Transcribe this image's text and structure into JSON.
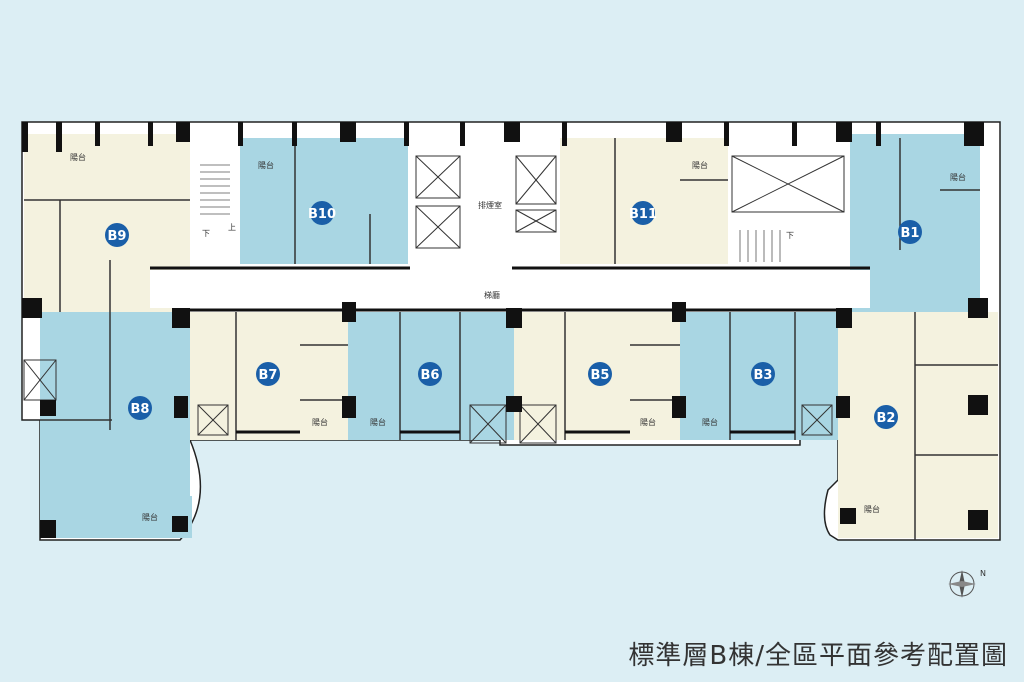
{
  "title": "標準層B棟/全區平面參考配置圖",
  "colors": {
    "background": "#dceef4",
    "blue_unit": "#a9d6e3",
    "beige_unit": "#f4f2df",
    "corridor": "#ffffff",
    "wall": "#111111",
    "badge": "#1a5fa8",
    "line": "#555555"
  },
  "units": [
    {
      "id": "B1",
      "label": "B1",
      "color": "blue"
    },
    {
      "id": "B2",
      "label": "B2",
      "color": "beige"
    },
    {
      "id": "B3",
      "label": "B3",
      "color": "blue"
    },
    {
      "id": "B5",
      "label": "B5",
      "color": "beige"
    },
    {
      "id": "B6",
      "label": "B6",
      "color": "blue"
    },
    {
      "id": "B7",
      "label": "B7",
      "color": "beige"
    },
    {
      "id": "B8",
      "label": "B8",
      "color": "blue"
    },
    {
      "id": "B9",
      "label": "B9",
      "color": "beige"
    },
    {
      "id": "B10",
      "label": "B10",
      "color": "blue"
    },
    {
      "id": "B11",
      "label": "B11",
      "color": "beige"
    }
  ],
  "labels": {
    "balcony": "陽台",
    "smoke_room": "排煙室",
    "corridor": "梯廳",
    "down": "下",
    "up": "上",
    "north": "N"
  },
  "icons": [
    "compass-icon"
  ]
}
